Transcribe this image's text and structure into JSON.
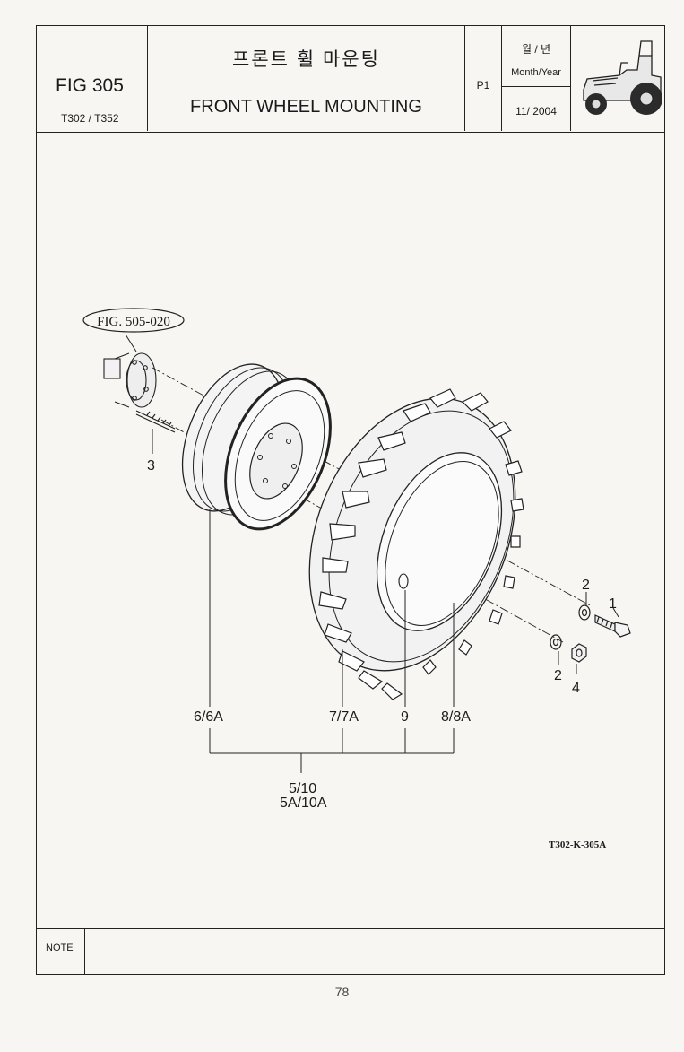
{
  "header": {
    "fig_number": "FIG 305",
    "models": "T302 / T352",
    "title_korean": "프론트 휠 마운팅",
    "title_english": "FRONT WHEEL MOUNTING",
    "page": "P1",
    "date_label_korean": "월 / 년",
    "date_label": "Month/Year",
    "date_value": "11/ 2004",
    "thumbnail_icon": "tractor-icon"
  },
  "diagram": {
    "fig_reference": "FIG. 505-020",
    "callouts": [
      "3",
      "2",
      "1",
      "2",
      "4",
      "6/6A",
      "7/7A",
      "9",
      "8/8A",
      "5/10",
      "5A/10A"
    ],
    "drawing_code": "T302-K-305A",
    "parts": [
      "hub-flange",
      "stud-bolt",
      "wheel-rim",
      "tire",
      "washer",
      "bolt",
      "nut",
      "tube-valve"
    ]
  },
  "note": {
    "label": "NOTE",
    "text": ""
  },
  "page_number": "78"
}
